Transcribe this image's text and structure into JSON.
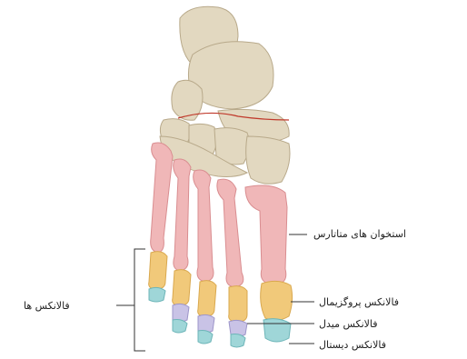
{
  "figure": {
    "colors": {
      "tarsal": "#e2d8c0",
      "tarsal_shadow": "#b8a98a",
      "metatarsal": "#f0b7b8",
      "metatarsal_edge": "#d98d90",
      "proximal_phalanx": "#f1c97a",
      "middle_phalanx": "#c9c3e6",
      "distal_phalanx": "#9fd6d8",
      "joint_line": "#c0392b",
      "leader_line": "#333333"
    },
    "labels": {
      "metatarsals": "استخوان های متاتارس",
      "phalanges": "فالانکس ها",
      "proximal_phalanx": "فالانکس پروگزیمال",
      "middle_phalanx": "فالانکس میدل",
      "distal_phalanx": "فالانکس دیستال"
    }
  }
}
